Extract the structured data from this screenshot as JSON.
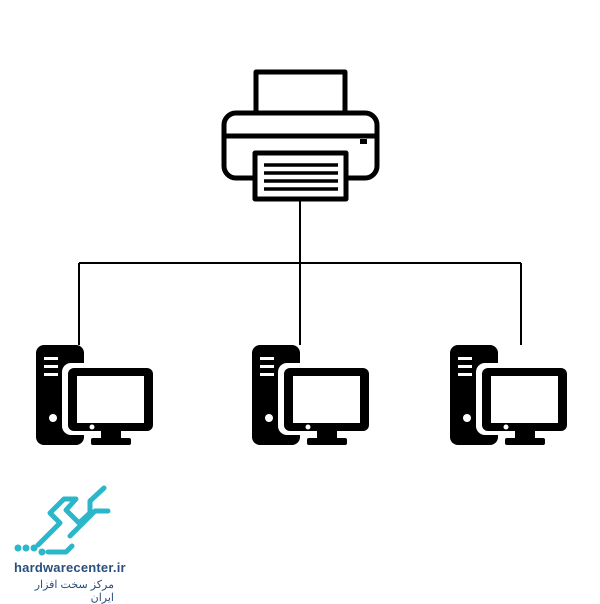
{
  "brand": {
    "domain": "hardwarecenter.ir",
    "tagline": "مرکز سخت افزار ایران"
  },
  "diagram": {
    "nodes": [
      {
        "id": "printer",
        "icon": "printer-icon",
        "kind": "printer"
      },
      {
        "id": "computer-1",
        "icon": "computer-icon",
        "kind": "computer"
      },
      {
        "id": "computer-2",
        "icon": "computer-icon",
        "kind": "computer"
      },
      {
        "id": "computer-3",
        "icon": "computer-icon",
        "kind": "computer"
      }
    ],
    "edges": [
      {
        "from": "printer",
        "to": "computer-1"
      },
      {
        "from": "printer",
        "to": "computer-2"
      },
      {
        "from": "printer",
        "to": "computer-3"
      }
    ]
  },
  "colors": {
    "icon": "#000000",
    "line": "#000000",
    "logo": "#2bb7c9",
    "logo_text": "#2a4e7e"
  }
}
